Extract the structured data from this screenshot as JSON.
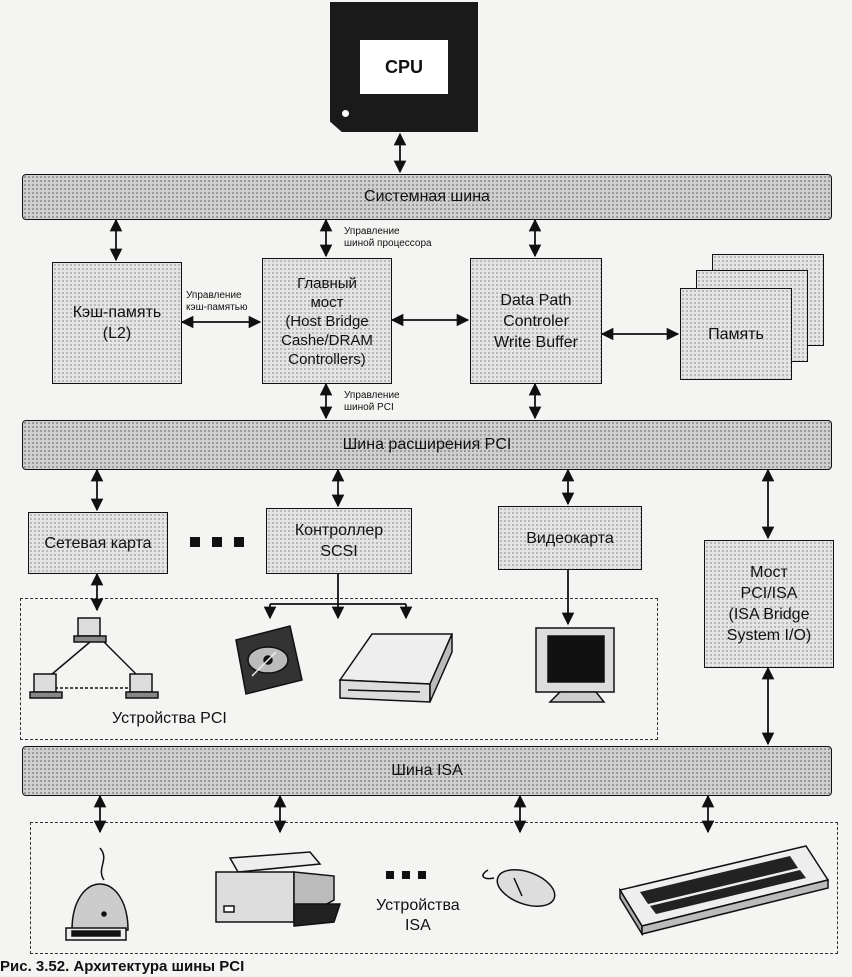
{
  "cpu": {
    "label": "CPU"
  },
  "buses": {
    "system": "Системная шина",
    "pci": "Шина расширения PCI",
    "isa": "Шина ISA"
  },
  "blocks": {
    "cache": {
      "line1": "Кэш-память",
      "line2": "(L2)"
    },
    "host_bridge": {
      "line1": "Главный",
      "line2": "мост",
      "line3": "(Host Bridge",
      "line4": "Cashe/DRAM",
      "line5": "Controllers)"
    },
    "data_path": {
      "line1": "Data Path",
      "line2": "Controler",
      "line3": "Write Buffer"
    },
    "memory": {
      "label": "Память"
    },
    "network_card": {
      "label": "Сетевая карта"
    },
    "scsi": {
      "line1": "Контроллер",
      "line2": "SCSI"
    },
    "video": {
      "label": "Видеокарта"
    },
    "isa_bridge": {
      "line1": "Мост",
      "line2": "PCI/ISA",
      "line3": "(ISA Bridge",
      "line4": "System I/O)"
    }
  },
  "annotations": {
    "cpu_ctrl_1": "Управление",
    "cpu_ctrl_2": "шиной процессора",
    "cache_ctrl_1": "Управление",
    "cache_ctrl_2": "кэш-памятью",
    "pci_ctrl_1": "Управление",
    "pci_ctrl_2": "шиной PCI"
  },
  "groups": {
    "pci_devices": "Устройства PCI",
    "isa_devices_1": "Устройства",
    "isa_devices_2": "ISA"
  },
  "icons": [
    "network-computers-icon",
    "hard-disk-icon",
    "external-drive-icon",
    "monitor-icon",
    "joystick-icon",
    "printer-icon",
    "mouse-icon",
    "keyboard-icon"
  ],
  "caption": "Рис. 3.52. Архитектура шины PCI"
}
